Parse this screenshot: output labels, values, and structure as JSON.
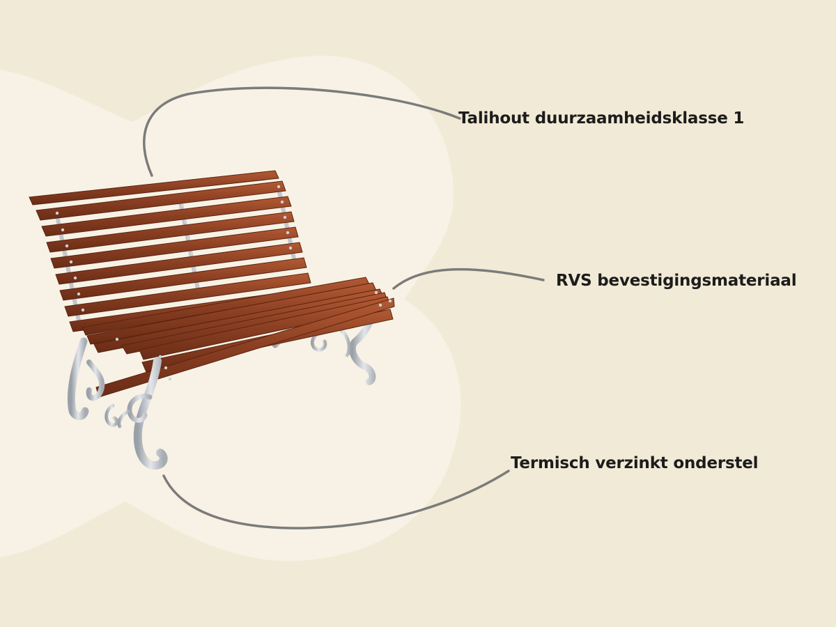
{
  "colors": {
    "background": "#f1ead6",
    "blob": "#f7f2e5",
    "connector": "#7b7b7b",
    "wood": "#8a3f22",
    "wood_highlight": "#b35a34",
    "steel": "#c9ccd2",
    "label_text": "#1c1c1c"
  },
  "callouts": [
    {
      "id": "wood",
      "text": "Talihout duurzaamheidsklasse 1",
      "target": "backrest-wood"
    },
    {
      "id": "fasteners",
      "text": "RVS bevestigingsmateriaal",
      "target": "seat-fasteners"
    },
    {
      "id": "frame",
      "text": "Termisch verzinkt onderstel",
      "target": "galvanized-frame"
    }
  ],
  "image": {
    "subject": "garden-bench",
    "icons": [
      "bench-illustration"
    ]
  }
}
